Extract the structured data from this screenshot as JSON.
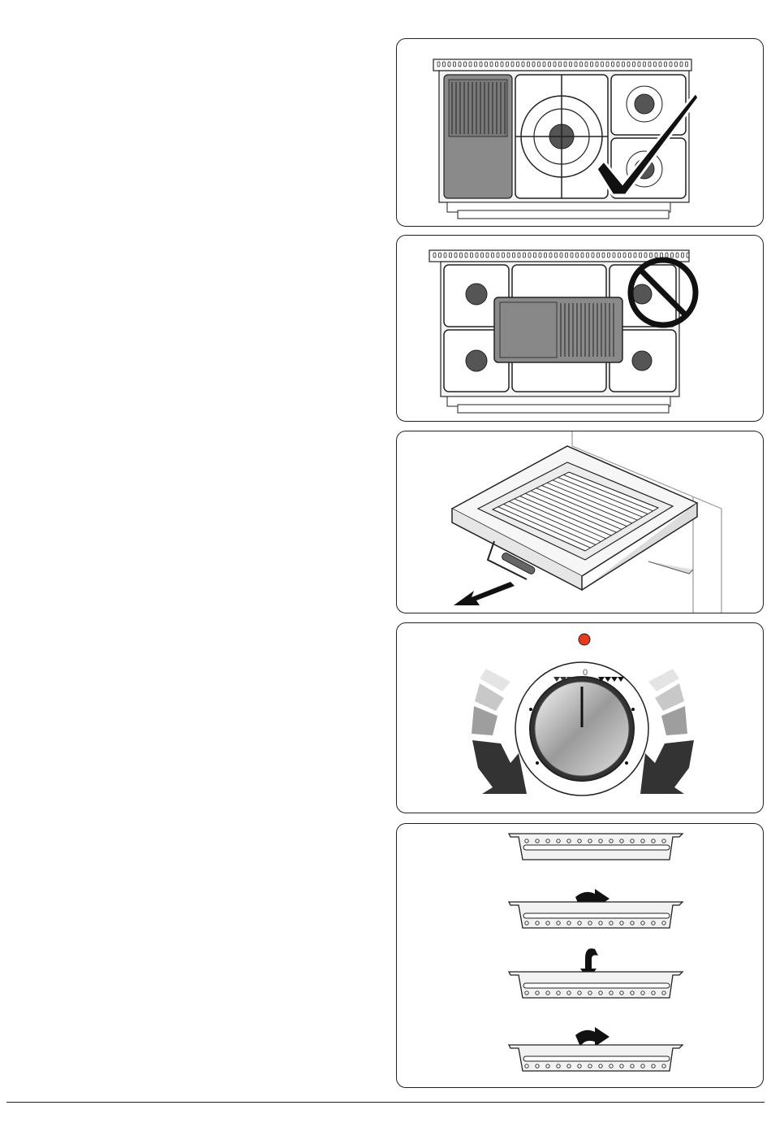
{
  "colors": {
    "outline": "#222222",
    "steel": "#f2f2f2",
    "griddle": "#8a8a8a",
    "burner_cap": "#555555",
    "indicator": "#e8391b",
    "knob_metal": "#c9c9c9"
  },
  "panels": [
    {
      "name": "griddle-correct-position",
      "icon": "check-mark-icon"
    },
    {
      "name": "griddle-incorrect-position",
      "icon": "prohibited-icon"
    },
    {
      "name": "grill-pan-pull-out",
      "icon": "pull-arrow-icon"
    },
    {
      "name": "grill-control-knob",
      "icon": "rotate-arrows-icon"
    },
    {
      "name": "grill-pan-rack-flip",
      "icon": "flip-arrow-icon"
    }
  ],
  "knob": {
    "zero_label": "0"
  }
}
